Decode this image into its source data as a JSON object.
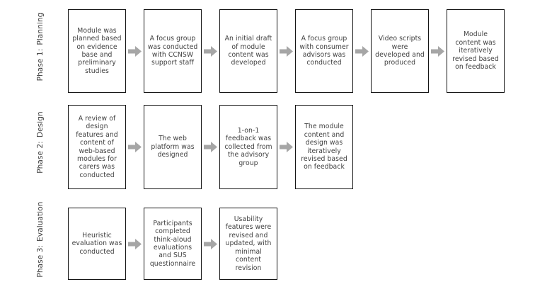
{
  "diagram": {
    "title": "Three-phase module development flowchart",
    "colors": {
      "box_border": "#151515",
      "box_fill": "#ffffff",
      "arrow_fill": "#a6a6a6",
      "text": "#3f3f3f",
      "label_text": "#3a3a3a",
      "background": "#ffffff"
    },
    "phases": [
      {
        "id": "phase-1",
        "label_line1": "Phase 1:",
        "label_line2": "Planning",
        "steps": [
          {
            "text": "Module was planned based on evidence base and preliminary studies"
          },
          {
            "text": "A focus group was conducted with CCNSW support staff"
          },
          {
            "text": "An initial draft of module content was developed"
          },
          {
            "text": "A focus group with consumer advisors was conducted"
          },
          {
            "text": "Video scripts were developed and produced"
          },
          {
            "text": "Module content was iteratively revised based on feedback"
          }
        ]
      },
      {
        "id": "phase-2",
        "label_line1": "Phase 2:",
        "label_line2": "Design",
        "steps": [
          {
            "text": "A review of design features and content of web-based modules for carers was conducted"
          },
          {
            "text": "The web platform was designed"
          },
          {
            "text": "1-on-1 feedback was collected from the advisory group"
          },
          {
            "text": "The module content and design was iteratively revised based on feedback"
          }
        ]
      },
      {
        "id": "phase-3",
        "label_line1": "Phase 3:",
        "label_line2": "Evaluation",
        "steps": [
          {
            "text": "Heuristic evaluation was conducted"
          },
          {
            "text": "Participants completed think-aloud evaluations and SUS questionnaire"
          },
          {
            "text": "Usability features were revised and updated, with minimal content revision"
          }
        ]
      }
    ]
  }
}
